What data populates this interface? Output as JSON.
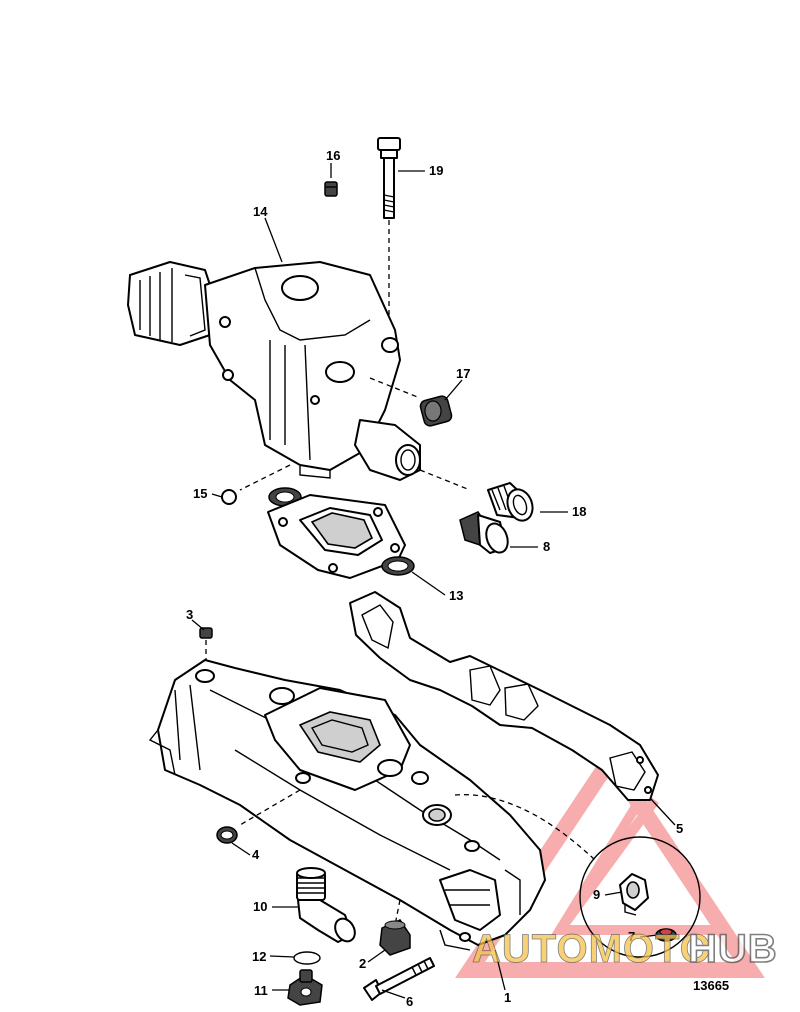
{
  "diagram": {
    "callouts": [
      {
        "id": "c16",
        "label": "16"
      },
      {
        "id": "c19",
        "label": "19"
      },
      {
        "id": "c14",
        "label": "14"
      },
      {
        "id": "c17",
        "label": "17"
      },
      {
        "id": "c15",
        "label": "15"
      },
      {
        "id": "c18",
        "label": "18"
      },
      {
        "id": "c8",
        "label": "8"
      },
      {
        "id": "c13",
        "label": "13"
      },
      {
        "id": "c3",
        "label": "3"
      },
      {
        "id": "c5",
        "label": "5"
      },
      {
        "id": "c4",
        "label": "4"
      },
      {
        "id": "c9",
        "label": "9"
      },
      {
        "id": "c10",
        "label": "10"
      },
      {
        "id": "c7",
        "label": "7"
      },
      {
        "id": "c12",
        "label": "12"
      },
      {
        "id": "c2",
        "label": "2"
      },
      {
        "id": "c11",
        "label": "11"
      },
      {
        "id": "c6",
        "label": "6"
      },
      {
        "id": "c1",
        "label": "1"
      }
    ],
    "figure_number": "13665"
  },
  "watermark": {
    "text_part1": "AUTOMOTO",
    "text_part2": "HUB",
    "color_primary": "#f26b6b",
    "color_secondary": "#f6c24a",
    "color_dark": "#555555"
  }
}
